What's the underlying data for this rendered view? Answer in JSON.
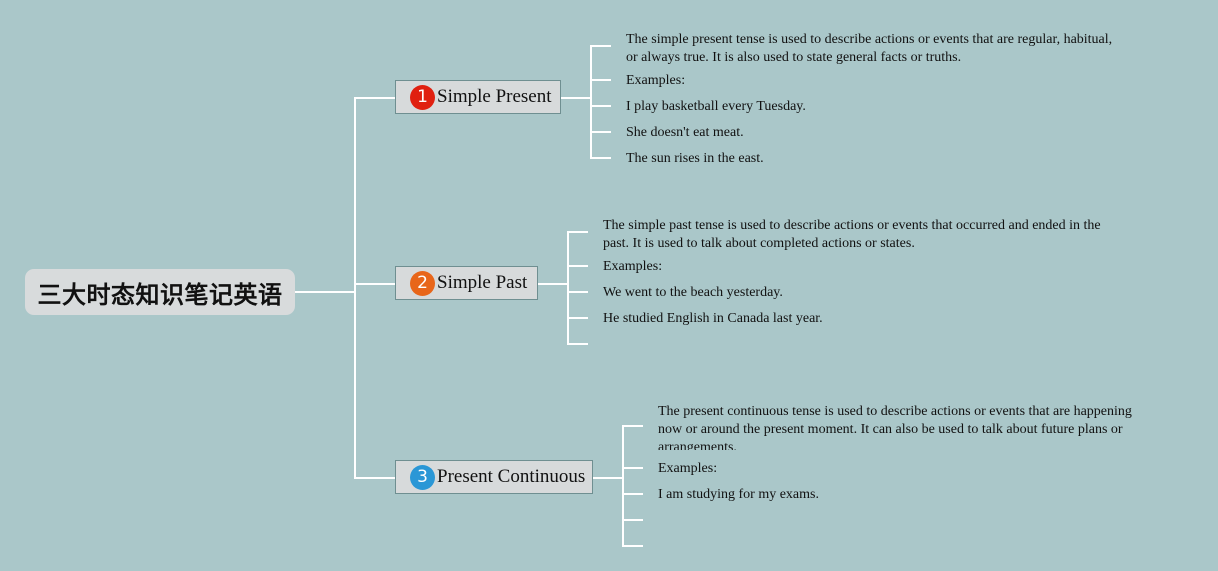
{
  "root": {
    "title": "三大时态知识笔记英语"
  },
  "badge_colors": [
    "#e02010",
    "#e8661a",
    "#2a97d6"
  ],
  "branches": [
    {
      "badge": "1",
      "title": "Simple Present",
      "description": "The simple present tense is used to describe actions or events that are regular, habitual, or always true. It is also used to state general facts or truths.",
      "examples_label": "Examples:",
      "examples": [
        "I play basketball every Tuesday.",
        "She doesn't eat meat.",
        "The sun rises in the east."
      ]
    },
    {
      "badge": "2",
      "title": "Simple Past",
      "description": "The simple past tense is used to describe actions or events that occurred and ended in the past. It is used to talk about completed actions or states.",
      "examples_label": "Examples:",
      "examples": [
        "We went to the beach yesterday.",
        "He studied English in Canada last year."
      ]
    },
    {
      "badge": "3",
      "title": "Present Continuous",
      "description": "The present continuous tense is used to describe actions or events that are happening now or around the present moment. It can also be used to talk about future plans or arrangements.",
      "examples_label": "Examples:",
      "examples": [
        "I am studying for my exams."
      ]
    }
  ]
}
